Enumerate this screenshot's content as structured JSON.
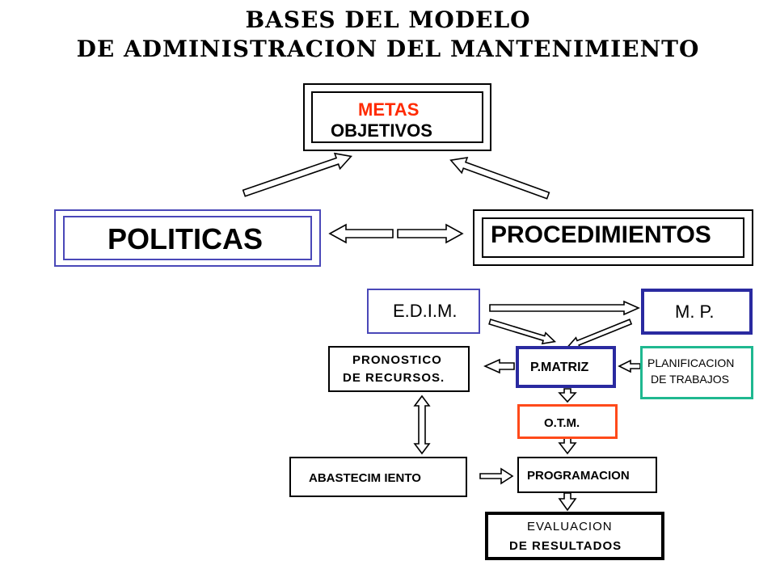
{
  "title": {
    "line1": "BASES DEL MODELO",
    "line2": "DE ADMINISTRACION DEL MANTENIMIENTO"
  },
  "nodes": {
    "metas": "METAS",
    "objetivos": "OBJETIVOS",
    "politicas": "POLITICAS",
    "procedimientos": "PROCEDIMIENTOS",
    "edim": "E.D.I.M.",
    "mp": "M. P.",
    "pronostico_1": "PRONOSTICO",
    "pronostico_2": "DE RECURSOS.",
    "pmatriz": "P.MATRIZ",
    "planificacion_1": "PLANIFICACION",
    "planificacion_2": "DE TRABAJOS",
    "otm": "O.T.M.",
    "abastecimiento": "ABASTECIM IENTO",
    "programacion": "PROGRAMACION",
    "evaluacion_1": "EVALUACION",
    "evaluacion_2": "DE RESULTADOS"
  },
  "colors": {
    "metas_text": "#ff2a00",
    "politicas_border": "#4a48b8",
    "edim_border": "#4a48b8",
    "mp_border": "#2a2aa0",
    "pmatriz_border": "#2a2aa0",
    "planificacion_border": "#1fb890",
    "otm_border": "#ff4a1a"
  }
}
